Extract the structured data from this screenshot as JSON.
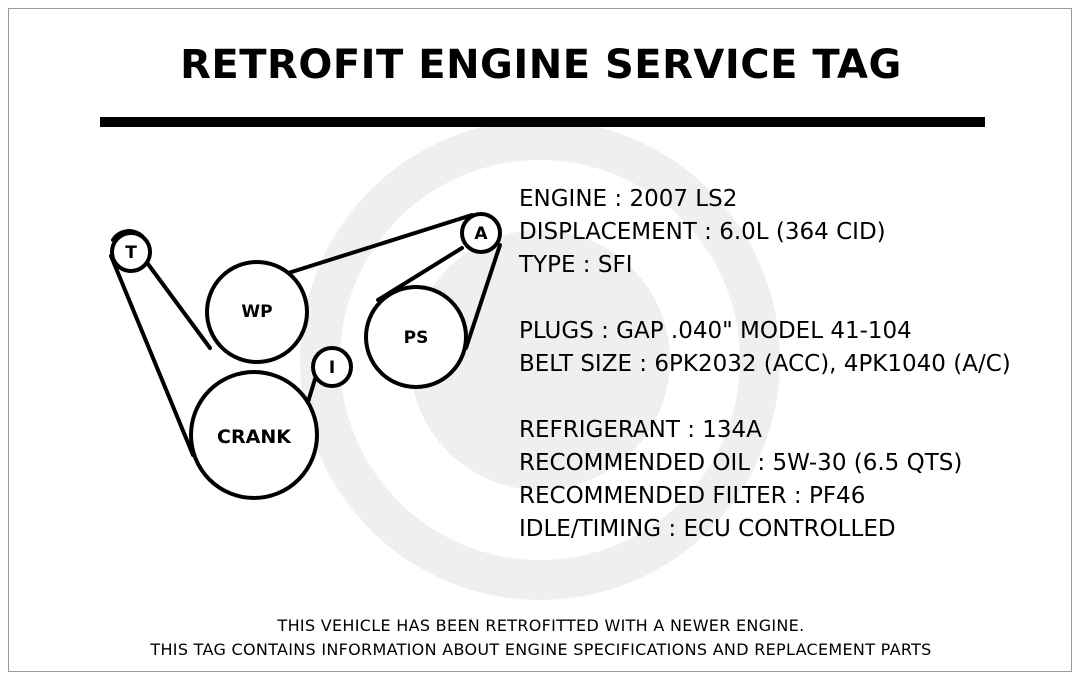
{
  "title": "RETROFIT ENGINE SERVICE TAG",
  "pulleys": {
    "tensioner": "T",
    "water_pump": "WP",
    "alternator": "A",
    "power_steering": "PS",
    "idler": "I",
    "crank": "CRANK"
  },
  "specs": {
    "engine": "ENGINE : 2007 LS2",
    "displacement": "DISPLACEMENT : 6.0L (364 CID)",
    "type": "TYPE : SFI",
    "plugs": "PLUGS : GAP .040\" MODEL 41-104",
    "belt_size": "BELT SIZE : 6PK2032 (ACC), 4PK1040 (A/C)",
    "refrigerant": "REFRIGERANT : 134A",
    "oil": "RECOMMENDED OIL : 5W-30 (6.5 QTS)",
    "filter": "RECOMMENDED FILTER : PF46",
    "idle_timing": "IDLE/TIMING : ECU CONTROLLED"
  },
  "footer": {
    "line1": "THIS VEHICLE HAS BEEN RETROFITTED WITH A NEWER ENGINE.",
    "line2": "THIS TAG CONTAINS INFORMATION ABOUT ENGINE SPECIFICATIONS AND REPLACEMENT PARTS"
  }
}
